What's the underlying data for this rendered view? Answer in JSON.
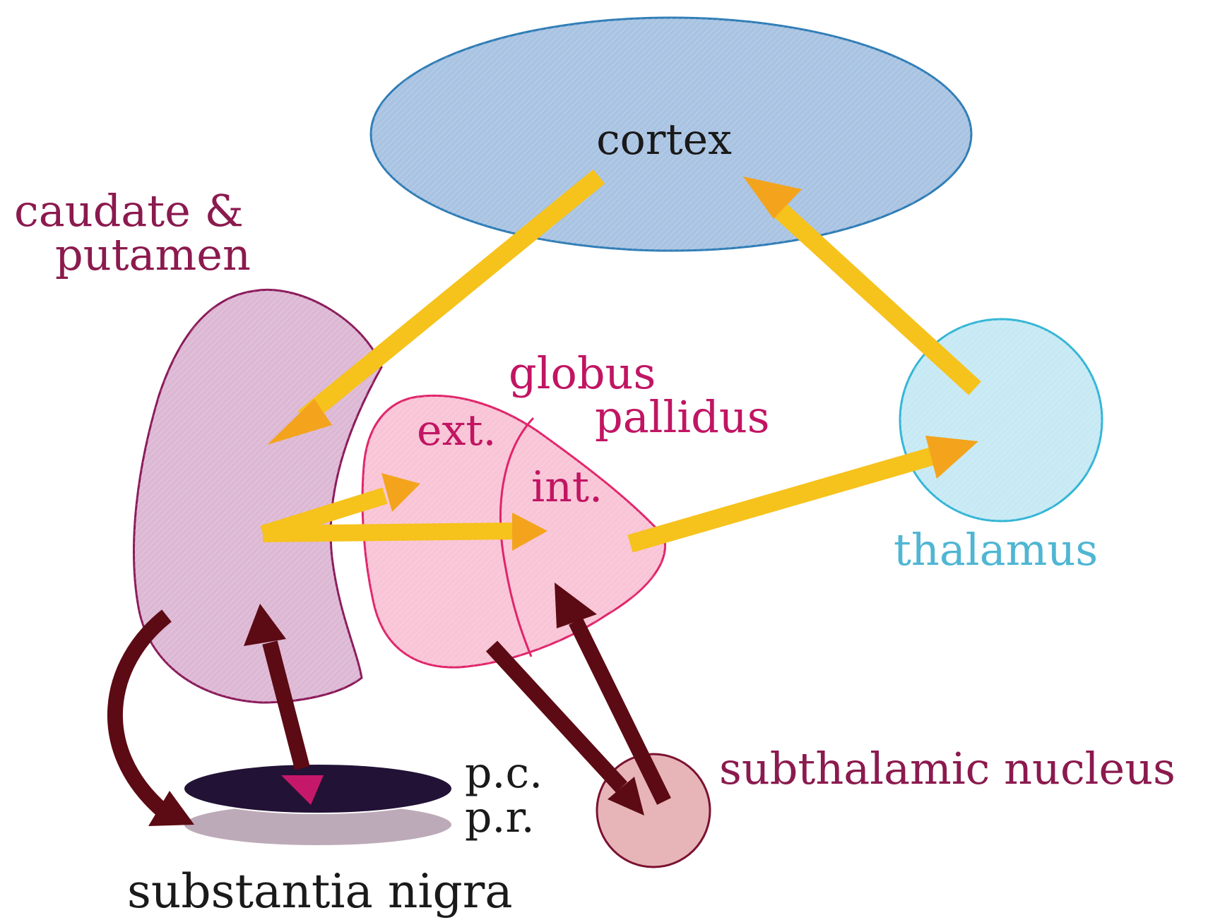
{
  "labels": {
    "cortex": "cortex",
    "caudate_line1": "caudate &",
    "caudate_line2": "putamen",
    "globus_line1": "globus",
    "globus_line2": "pallidus",
    "ext": "ext.",
    "int": "int.",
    "thalamus": "thalamus",
    "subthalamic": "subthalamic nucleus",
    "pc": "p.c.",
    "pr": "p.r.",
    "substantia_nigra": "substantia nigra"
  },
  "colors": {
    "cortex_fill": "#a9c3e2",
    "cortex_stroke": "#2f7db6",
    "caudate_fill": "#ddb8d4",
    "caudate_stroke": "#8b1a5a",
    "globus_fill": "#f8c4d6",
    "globus_stroke": "#e0246a",
    "thalamus_fill": "#c6e9f4",
    "thalamus_stroke": "#33b5d6",
    "stn_fill": "#e7b5b8",
    "stn_stroke": "#7b1230",
    "pc_fill": "#221235",
    "pr_fill": "#bdaab8",
    "yellow_arrow": "#f6c21c",
    "yellow_head": "#f3a41c",
    "dark_arrow": "#5c0a14",
    "label_magenta": "#8b1a4e",
    "label_thalamus": "#4fb6d3",
    "label_dark": "#1a1a1a"
  }
}
